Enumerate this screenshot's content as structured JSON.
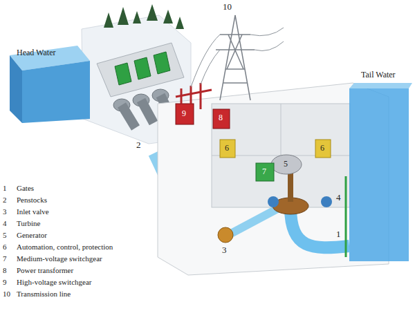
{
  "diagram": {
    "labels": [
      "10",
      "Head Water",
      "2",
      "9",
      "8",
      "6",
      "6",
      "Tail Water",
      "7",
      "5",
      "4",
      "3",
      "1",
      "1",
      "Gates",
      "2",
      "Penstocks",
      "3",
      "Inlet valve",
      "4",
      "Turbine",
      "5",
      "Generator",
      "6",
      "Automation, control, protection",
      "7",
      "Medium-voltage switchgear",
      "8",
      "Power transformer",
      "9",
      "High-voltage switchgear",
      "10",
      "Transmission line"
    ]
  }
}
